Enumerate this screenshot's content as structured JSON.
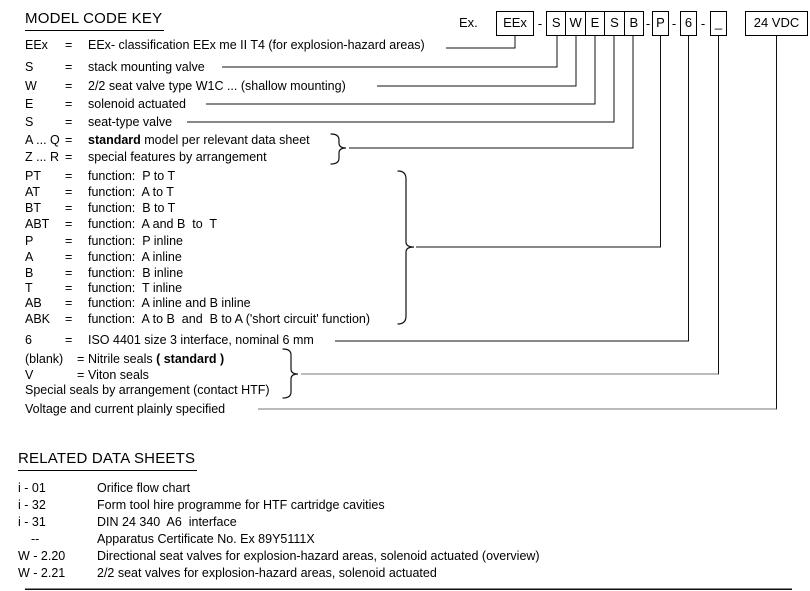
{
  "header": {
    "title": "MODEL CODE KEY",
    "example_label": "Ex."
  },
  "model_code": {
    "hyphen": "-",
    "boxes": {
      "eex": "EEx",
      "s1": "S",
      "w": "W",
      "e": "E",
      "s2": "S",
      "b": "B",
      "p": "P",
      "size": "6",
      "seal": "_",
      "voltage": "24 VDC"
    }
  },
  "key": {
    "rows": [
      {
        "code": "EEx",
        "eq": "=",
        "pre": "EEx- classification EEx me II T4 (for explosion-hazard areas)",
        "bold": "",
        "post": ""
      },
      {
        "code": "S",
        "eq": "=",
        "pre": "stack mounting valve",
        "bold": "",
        "post": ""
      },
      {
        "code": "W",
        "eq": "=",
        "pre": "2/2 seat valve type W1C ... (shallow mounting)",
        "bold": "",
        "post": ""
      },
      {
        "code": "E",
        "eq": "=",
        "pre": "solenoid actuated",
        "bold": "",
        "post": ""
      },
      {
        "code": "S",
        "eq": "=",
        "pre": "seat-type valve",
        "bold": "",
        "post": ""
      },
      {
        "code": "A ... Q",
        "eq": "=",
        "pre": "",
        "bold": "standard",
        "post": " model per relevant data sheet"
      },
      {
        "code": "Z ... R",
        "eq": "=",
        "pre": "special features by arrangement",
        "bold": "",
        "post": ""
      },
      {
        "code": "PT",
        "eq": "=",
        "pre": "function:  P to T",
        "bold": "",
        "post": ""
      },
      {
        "code": "AT",
        "eq": "=",
        "pre": "function:  A to T",
        "bold": "",
        "post": ""
      },
      {
        "code": "BT",
        "eq": "=",
        "pre": "function:  B to T",
        "bold": "",
        "post": ""
      },
      {
        "code": "ABT",
        "eq": "=",
        "pre": "function:  A and B  to  T",
        "bold": "",
        "post": ""
      },
      {
        "code": "P",
        "eq": "=",
        "pre": "function:  P inline",
        "bold": "",
        "post": ""
      },
      {
        "code": "A",
        "eq": "=",
        "pre": "function:  A inline",
        "bold": "",
        "post": ""
      },
      {
        "code": "B",
        "eq": "=",
        "pre": "function:  B inline",
        "bold": "",
        "post": ""
      },
      {
        "code": "T",
        "eq": "=",
        "pre": "function:  T inline",
        "bold": "",
        "post": ""
      },
      {
        "code": "AB",
        "eq": "=",
        "pre": "function:  A inline and B inline",
        "bold": "",
        "post": ""
      },
      {
        "code": "ABK",
        "eq": "=",
        "pre": "function:  A to B  and  B to A ('short circuit' function)",
        "bold": "",
        "post": ""
      },
      {
        "code": "6",
        "eq": "=",
        "pre": "ISO 4401 size 3 interface, nominal 6 mm",
        "bold": "",
        "post": ""
      },
      {
        "code": "(blank)",
        "eq": "=",
        "pre": "Nitrile seals ",
        "bold": "( standard )",
        "post": ""
      },
      {
        "code": "V",
        "eq": "=",
        "pre": "Viton seals",
        "bold": "",
        "post": ""
      }
    ],
    "special_rows": [
      "Special seals by arrangement (contact HTF)",
      "Voltage and current plainly specified"
    ]
  },
  "related": {
    "heading": "RELATED DATA SHEETS",
    "rows": [
      {
        "code": "i - 01",
        "desc": "Orifice flow chart"
      },
      {
        "code": "i - 32",
        "desc": "Form tool hire programme for HTF cartridge cavities"
      },
      {
        "code": "i - 31",
        "desc": "DIN 24 340  A6  interface"
      },
      {
        "code": "--",
        "desc": "Apparatus Certificate No. Ex 89Y5111X"
      },
      {
        "code": "W - 2.20",
        "desc": "Directional seat valves for explosion-hazard areas, solenoid actuated (overview)"
      },
      {
        "code": "W - 2.21",
        "desc": "2/2 seat valves for explosion-hazard areas, solenoid actuated"
      }
    ]
  }
}
